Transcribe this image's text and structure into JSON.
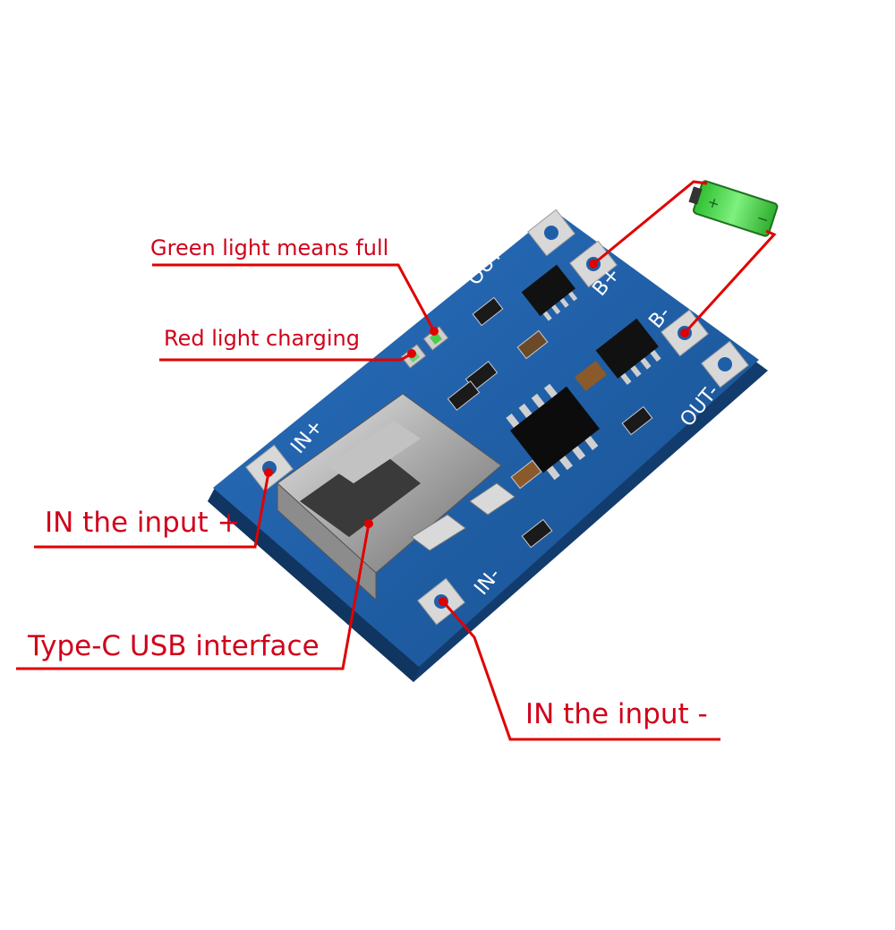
{
  "diagram": {
    "callouts": {
      "green_light": "Green light means full",
      "red_light": "Red light charging",
      "in_plus": "IN the input +",
      "usb_c": "Type-C  USB interface",
      "in_minus": "IN the input -"
    },
    "silkscreen": {
      "out_plus": "OUT+",
      "b_plus": "B+",
      "b_minus": "B-",
      "out_minus": "OUT-",
      "in_plus": "IN+",
      "in_minus": "IN-"
    },
    "colors": {
      "leader_line": "#e00000",
      "callout_text": "#d0021b",
      "pcb": "#1f5fa8",
      "pcb_dark": "#16467e",
      "battery": "#3fcf3f"
    }
  }
}
